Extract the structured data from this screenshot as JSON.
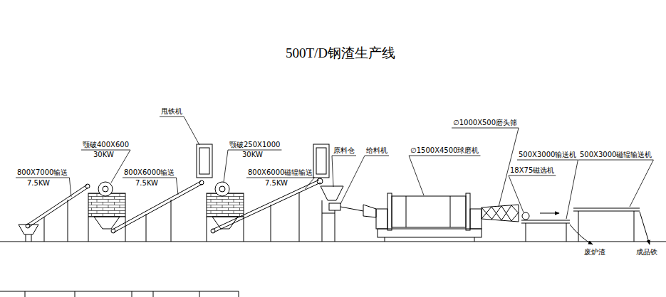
{
  "diagram": {
    "title": "500T/D钢渣生产线",
    "labels": [
      "800X7000输送",
      "7.5KW",
      "颚破400X600",
      "30KW",
      "800X6000输送",
      "7.5KW",
      "甩铁机",
      "颚破250X1000",
      "30KW",
      "800X6000磁辊输送",
      "7.5KW",
      "原料仓",
      "给料机",
      "∅1500X4500球磨机",
      "∅1000X500磨头筛",
      "500X3000输送机",
      "18X75磁选机",
      "500X3000磁辊输送机",
      "废炉渣",
      "成品铁"
    ]
  }
}
